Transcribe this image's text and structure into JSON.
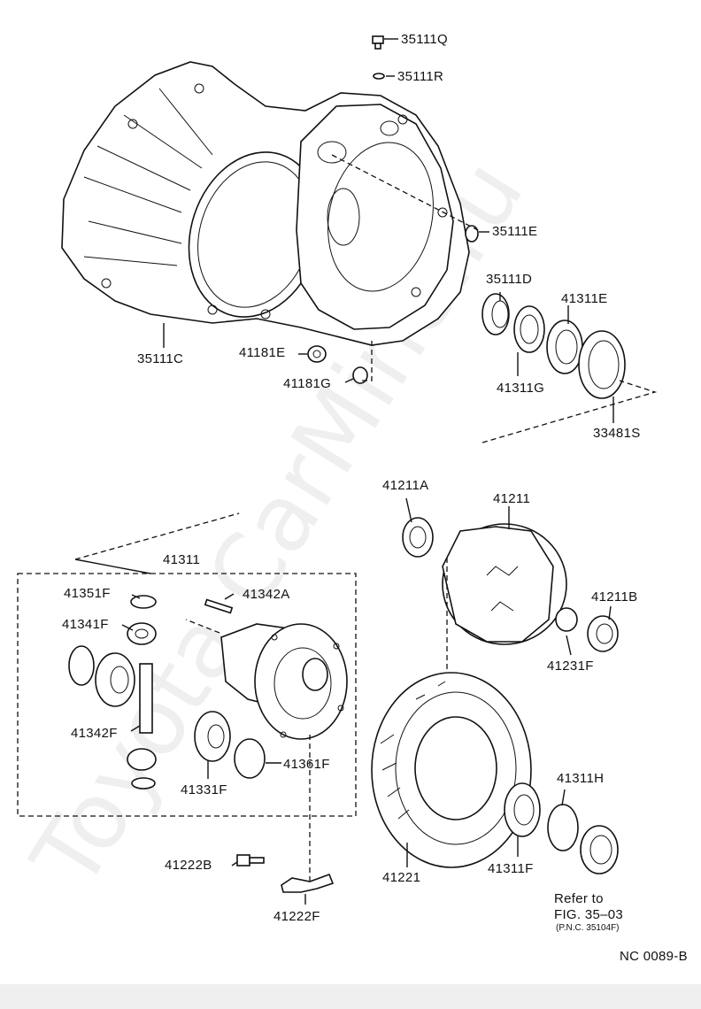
{
  "labels": {
    "p35111Q": "35111Q",
    "p35111R": "35111R",
    "p35111E": "35111E",
    "p35111D": "35111D",
    "p41311E": "41311E",
    "p41311G": "41311G",
    "p33481S": "33481S",
    "p35111C": "35111C",
    "p41181E": "41181E",
    "p41181G": "41181G",
    "p41211A": "41211A",
    "p41211": "41211",
    "p41211B": "41211B",
    "p41231F": "41231F",
    "p41311": "41311",
    "p41351F": "41351F",
    "p41342A": "41342A",
    "p41341F": "41341F",
    "p41342F": "41342F",
    "p41331F": "41331F",
    "p41361F": "41361F",
    "p41221": "41221",
    "p41311F": "41311F",
    "p41311H": "41311H",
    "p41222B": "41222B",
    "p41222F": "41222F"
  },
  "reference": {
    "line1": "Refer to",
    "line2": "FIG. 35–03",
    "line3": "(P.N.C. 35104F)"
  },
  "figure_code": "NC 0089-B",
  "watermark": "Toyota CarMine.ru"
}
